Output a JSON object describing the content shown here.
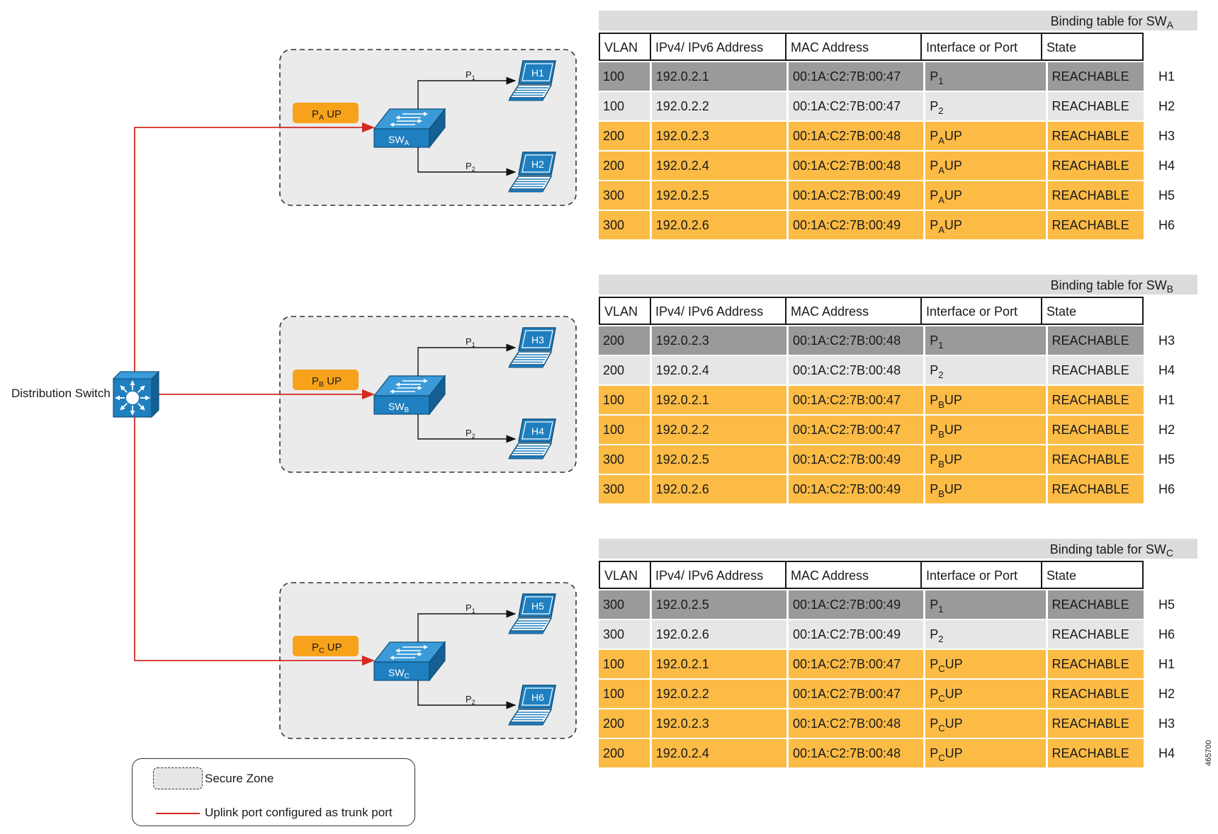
{
  "diagram": {
    "distribution_switch": {
      "label": "Distribution Switch"
    },
    "zones": [
      {
        "switch": "SW",
        "switch_sub": "A",
        "uplink": "P",
        "uplink_sub": "A",
        "uplink_suffix": " UP",
        "port1": "P",
        "port1_sub": "1",
        "port2": "P",
        "port2_sub": "2",
        "host1": "H1",
        "host2": "H2"
      },
      {
        "switch": "SW",
        "switch_sub": "B",
        "uplink": "P",
        "uplink_sub": "B",
        "uplink_suffix": " UP",
        "port1": "P",
        "port1_sub": "1",
        "port2": "P",
        "port2_sub": "2",
        "host1": "H3",
        "host2": "H4"
      },
      {
        "switch": "SW",
        "switch_sub": "C",
        "uplink": "P",
        "uplink_sub": "C",
        "uplink_suffix": " UP",
        "port1": "P",
        "port1_sub": "1",
        "port2": "P",
        "port2_sub": "2",
        "host1": "H5",
        "host2": "H6"
      }
    ],
    "colors": {
      "uplink_line": "#d42a22",
      "switch_blue": "#1f7fbf",
      "port_label_bg": "#f7a21b",
      "zone_bg": "#ebebeb"
    },
    "legend": {
      "secure_zone": "Secure Zone",
      "uplink": "Uplink port configured as trunk port"
    },
    "figure_number": "465700"
  },
  "headers": [
    "VLAN",
    "IPv4/ IPv6 Address",
    "MAC Address",
    "Interface or Port",
    "State"
  ],
  "tables": [
    {
      "title": "Binding table for SW",
      "title_sub": "A",
      "rows": [
        {
          "style": "dark",
          "vlan": "100",
          "ip": "192.0.2.1",
          "mac": "00:1A:C2:7B:00:47",
          "port": "P",
          "port_sub": "1",
          "port_suffix": "",
          "state": "REACHABLE",
          "host": "H1"
        },
        {
          "style": "light",
          "vlan": "100",
          "ip": "192.0.2.2",
          "mac": "00:1A:C2:7B:00:47",
          "port": "P",
          "port_sub": "2",
          "port_suffix": "",
          "state": "REACHABLE",
          "host": "H2"
        },
        {
          "style": "orange",
          "vlan": "200",
          "ip": "192.0.2.3",
          "mac": "00:1A:C2:7B:00:48",
          "port": "P",
          "port_sub": "A",
          "port_suffix": "UP",
          "state": "REACHABLE",
          "host": "H3"
        },
        {
          "style": "orange",
          "vlan": "200",
          "ip": "192.0.2.4",
          "mac": "00:1A:C2:7B:00:48",
          "port": "P",
          "port_sub": "A",
          "port_suffix": "UP",
          "state": "REACHABLE",
          "host": "H4"
        },
        {
          "style": "orange",
          "vlan": "300",
          "ip": "192.0.2.5",
          "mac": "00:1A:C2:7B:00:49",
          "port": "P",
          "port_sub": "A",
          "port_suffix": "UP",
          "state": "REACHABLE",
          "host": "H5"
        },
        {
          "style": "orange",
          "vlan": "300",
          "ip": "192.0.2.6",
          "mac": "00:1A:C2:7B:00:49",
          "port": "P",
          "port_sub": "A",
          "port_suffix": "UP",
          "state": "REACHABLE",
          "host": "H6"
        }
      ]
    },
    {
      "title": "Binding table for SW",
      "title_sub": "B",
      "rows": [
        {
          "style": "dark",
          "vlan": "200",
          "ip": "192.0.2.3",
          "mac": "00:1A:C2:7B:00:48",
          "port": "P",
          "port_sub": "1",
          "port_suffix": "",
          "state": "REACHABLE",
          "host": "H3"
        },
        {
          "style": "light",
          "vlan": "200",
          "ip": "192.0.2.4",
          "mac": "00:1A:C2:7B:00:48",
          "port": "P",
          "port_sub": "2",
          "port_suffix": "",
          "state": "REACHABLE",
          "host": "H4"
        },
        {
          "style": "orange",
          "vlan": "100",
          "ip": "192.0.2.1",
          "mac": "00:1A:C2:7B:00:47",
          "port": "P",
          "port_sub": "B",
          "port_suffix": "UP",
          "state": "REACHABLE",
          "host": "H1"
        },
        {
          "style": "orange",
          "vlan": "100",
          "ip": "192.0.2.2",
          "mac": "00:1A:C2:7B:00:47",
          "port": "P",
          "port_sub": "B",
          "port_suffix": "UP",
          "state": "REACHABLE",
          "host": "H2"
        },
        {
          "style": "orange",
          "vlan": "300",
          "ip": "192.0.2.5",
          "mac": "00:1A:C2:7B:00:49",
          "port": "P",
          "port_sub": "B",
          "port_suffix": "UP",
          "state": "REACHABLE",
          "host": "H5"
        },
        {
          "style": "orange",
          "vlan": "300",
          "ip": "192.0.2.6",
          "mac": "00:1A:C2:7B:00:49",
          "port": "P",
          "port_sub": "B",
          "port_suffix": "UP",
          "state": "REACHABLE",
          "host": "H6"
        }
      ]
    },
    {
      "title": "Binding table for SW",
      "title_sub": "C",
      "rows": [
        {
          "style": "dark",
          "vlan": "300",
          "ip": "192.0.2.5",
          "mac": "00:1A:C2:7B:00:49",
          "port": "P",
          "port_sub": "1",
          "port_suffix": "",
          "state": "REACHABLE",
          "host": "H5"
        },
        {
          "style": "light",
          "vlan": "300",
          "ip": "192.0.2.6",
          "mac": "00:1A:C2:7B:00:49",
          "port": "P",
          "port_sub": "2",
          "port_suffix": "",
          "state": "REACHABLE",
          "host": "H6"
        },
        {
          "style": "orange",
          "vlan": "100",
          "ip": "192.0.2.1",
          "mac": "00:1A:C2:7B:00:47",
          "port": "P",
          "port_sub": "C",
          "port_suffix": "UP",
          "state": "REACHABLE",
          "host": "H1"
        },
        {
          "style": "orange",
          "vlan": "100",
          "ip": "192.0.2.2",
          "mac": "00:1A:C2:7B:00:47",
          "port": "P",
          "port_sub": "C",
          "port_suffix": "UP",
          "state": "REACHABLE",
          "host": "H2"
        },
        {
          "style": "orange",
          "vlan": "200",
          "ip": "192.0.2.3",
          "mac": "00:1A:C2:7B:00:48",
          "port": "P",
          "port_sub": "C",
          "port_suffix": "UP",
          "state": "REACHABLE",
          "host": "H3"
        },
        {
          "style": "orange",
          "vlan": "200",
          "ip": "192.0.2.4",
          "mac": "00:1A:C2:7B:00:48",
          "port": "P",
          "port_sub": "C",
          "port_suffix": "UP",
          "state": "REACHABLE",
          "host": "H4"
        }
      ]
    }
  ]
}
